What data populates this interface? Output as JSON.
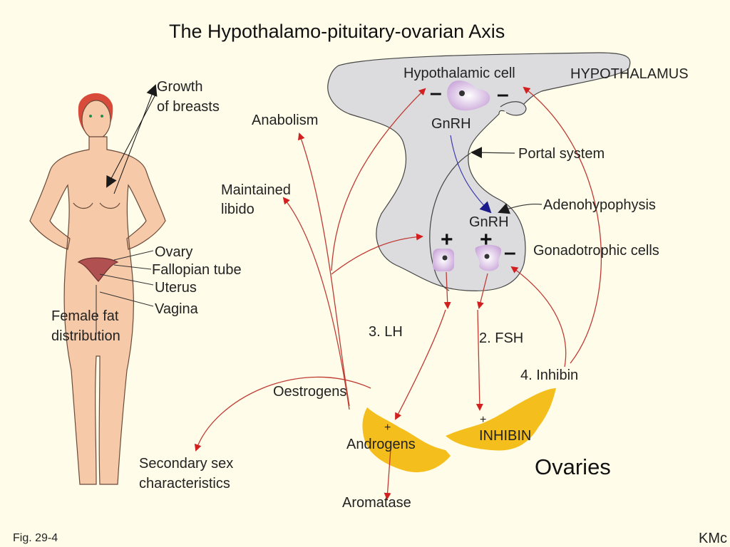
{
  "title": "The  Hypothalamo-pituitary-ovarian  Axis",
  "labels": {
    "growth_1": "Growth",
    "growth_2": "of breasts",
    "anabolism": "Anabolism",
    "libido_1": "Maintained",
    "libido_2": "libido",
    "hypothalamic_cell": "Hypothalamic cell",
    "hypothalamus": "HYPOTHALAMUS",
    "gnrh_top": "GnRH",
    "portal_system": "Portal system",
    "adenohypophysis": "Adenohypophysis",
    "gnrh_bottom": "GnRH",
    "gonadotrophic_cells": "Gonadotrophic cells",
    "ovary": "Ovary",
    "fallopian_tube": "Fallopian tube",
    "uterus": "Uterus",
    "vagina": "Vagina",
    "fat_1": "Female fat",
    "fat_2": "distribution",
    "lh": "3. LH",
    "fsh": "2. FSH",
    "inhibin_step": "4. Inhibin",
    "oestrogens": "Oestrogens",
    "androgens": "Androgens",
    "inhibin_ovary": "INHIBIN",
    "ovaries": "Ovaries",
    "secondary_1": "Secondary sex",
    "secondary_2": "characteristics",
    "aromatase": "Aromatase",
    "plus": "+",
    "minus": "–"
  },
  "footer": {
    "fig": "Fig. 29-4",
    "credit": "KMc"
  },
  "colors": {
    "background": "#fffde9",
    "arrow": "#c03a34",
    "gland": "#dcdcde",
    "ovary": "#f4be1c",
    "skin": "#f6c9a8",
    "cell": "#c9a8d8"
  }
}
